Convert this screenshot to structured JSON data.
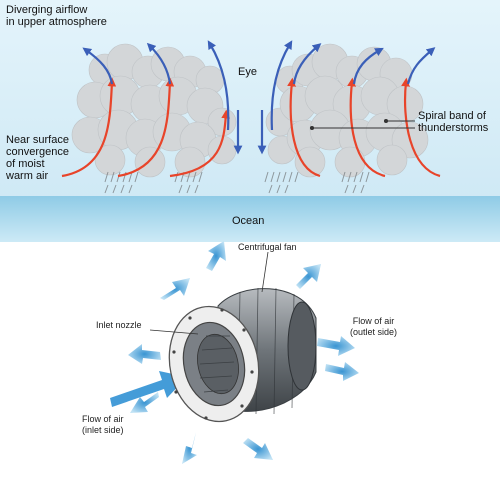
{
  "hurricane": {
    "label_diverging": "Diverging airflow\nin upper atmosphere",
    "label_eye": "Eye",
    "label_spiral": "Spiral band of\nthunderstorms",
    "label_convergence": "Near surface\nconvergence\nof moist\nwarm air",
    "label_ocean": "Ocean",
    "colors": {
      "sky": "#dff1f9",
      "ocean": "#9fd4ec",
      "inflow": "#e8442a",
      "outflow": "#3a5fb8",
      "cloud": "#cfd2d4"
    }
  },
  "fan": {
    "label_centrifugal": "Centrifugal fan",
    "label_inlet_nozzle": "Inlet nozzle",
    "label_outlet": "Flow of air\n(outlet side)",
    "label_inlet": "Flow of air\n(inlet side)",
    "colors": {
      "arrow": "#4aa8de",
      "housing": "#8a8f94",
      "ring": "#ececec"
    }
  }
}
